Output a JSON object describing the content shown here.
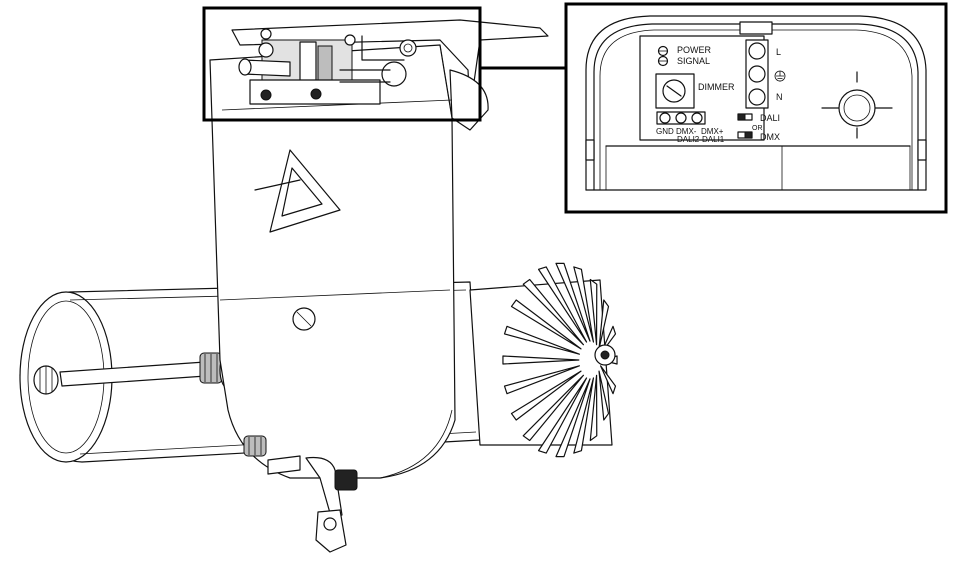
{
  "labels": {
    "power": "POWER",
    "signal": "SIGNAL",
    "dimmer": "DIMMER",
    "line": "L",
    "neutral": "N",
    "dali": "DALI",
    "or": "OR",
    "dmx": "DMX",
    "gnd": "GND",
    "dmx_minus": "DMX-",
    "dmx_plus": "DMX+",
    "dali2": "DALI2",
    "dali1": "DALI1"
  },
  "icons": {
    "earth_terminal": "earth-ground-icon",
    "brand_logo": "triangle-logo-icon"
  }
}
